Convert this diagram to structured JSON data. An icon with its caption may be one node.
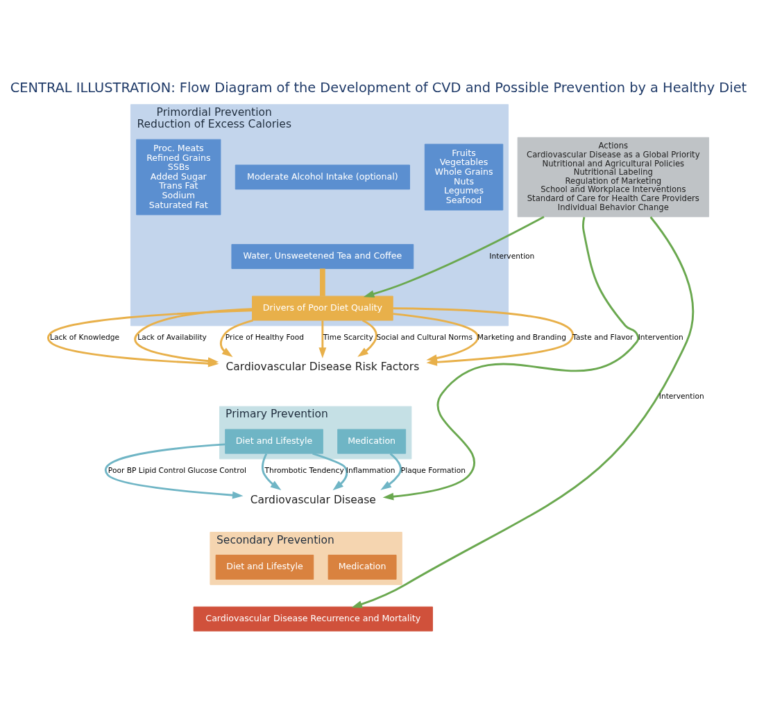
{
  "diagram": {
    "title": "CENTRAL ILLUSTRATION: Flow Diagram of the Development of CVD and Possible Prevention by a Healthy Diet",
    "nodes": [
      {
        "text": [
          "Primordial Prevention",
          "Reduction of Excess Calories"
        ]
      },
      {
        "text": [
          "Fruits",
          "Vegetables",
          "Whole Grains",
          "Nuts",
          "Legumes",
          "Seafood"
        ],
        "in": 0
      },
      {
        "text": [
          "Moderate Alcohol Intake (optional)"
        ],
        "in": 0
      },
      {
        "text": [
          "Water, Unsweetened Tea and Coffee"
        ],
        "in": 0
      },
      {
        "text": [
          "Proc. Meats",
          "Refined Grains",
          "SSBs",
          "Added Sugar",
          "Trans Fat",
          "Sodium",
          "Saturated Fat"
        ],
        "in": 0
      },
      {
        "text": [
          "Drivers of Poor Diet Quality"
        ],
        "in": 0
      },
      {
        "text": [
          "Cardiovascular Disease Risk Factors"
        ]
      },
      {
        "text": [
          "Primary Prevention"
        ]
      },
      {
        "text": [
          "Diet and Lifestyle"
        ],
        "in": 7
      },
      {
        "text": [
          "Medication"
        ],
        "in": 7
      },
      {
        "text": [
          "Cardiovascular Disease"
        ]
      },
      {
        "text": [
          "Secondary Prevention"
        ]
      },
      {
        "text": [
          "Diet and Lifestyle"
        ],
        "in": 11
      },
      {
        "text": [
          "Medication"
        ],
        "in": 11
      },
      {
        "text": [
          "Cardiovascular Disease Recurrence and Mortality"
        ]
      },
      {
        "text": [
          "Actions",
          "Cardiovascular Disease as a Global Priority",
          "Nutritional and Agricultural Policies",
          "Nutritional Labeling",
          "Regulation of Marketing",
          "School and Workplace Interventions",
          "Standard of Care for Health Care Providers",
          "Individual Behavior Change"
        ]
      }
    ],
    "edges": [
      {
        "from": 5,
        "to": 3,
        "arrow": "none",
        "style": "thick"
      },
      {
        "from": 5,
        "to": 6,
        "arrow": "to",
        "label": "Lack of Knowledge"
      },
      {
        "from": 5,
        "to": 6,
        "arrow": "to",
        "label": "Lack of Availability"
      },
      {
        "from": 5,
        "to": 6,
        "arrow": "to",
        "label": "Price of Healthy Food"
      },
      {
        "from": 5,
        "to": 6,
        "arrow": "to",
        "label": "Time Scarcity"
      },
      {
        "from": 5,
        "to": 6,
        "arrow": "to",
        "label": "Social and Cultural Norms"
      },
      {
        "from": 5,
        "to": 6,
        "arrow": "to",
        "label": "Marketing and Branding"
      },
      {
        "from": 5,
        "to": 6,
        "arrow": "to",
        "label": "Taste and Flavor"
      },
      {
        "from": 8,
        "to": 10,
        "arrow": "to",
        "label": "Poor BP Lipid Control Glucose Control",
        "color": "#6fb5c5"
      },
      {
        "from": 8,
        "to": 10,
        "arrow": "to",
        "label": "Thrombotic Tendency",
        "color": "#6fb5c5"
      },
      {
        "from": 8,
        "to": 10,
        "arrow": "to",
        "label": "Inflammation",
        "color": "#6fb5c5"
      },
      {
        "from": 9,
        "to": 10,
        "arrow": "to",
        "label": "Plaque Formation",
        "color": "#6fb5c5"
      },
      {
        "from": 15,
        "to": 5,
        "arrow": "to",
        "label": "Intervention",
        "color": "#6aa84f"
      },
      {
        "from": 15,
        "to": 10,
        "arrow": "to",
        "label": "Intervention",
        "color": "#6aa84f"
      },
      {
        "from": 15,
        "to": 14,
        "arrow": "to",
        "label": "Intervention",
        "color": "#6aa84f"
      }
    ]
  }
}
